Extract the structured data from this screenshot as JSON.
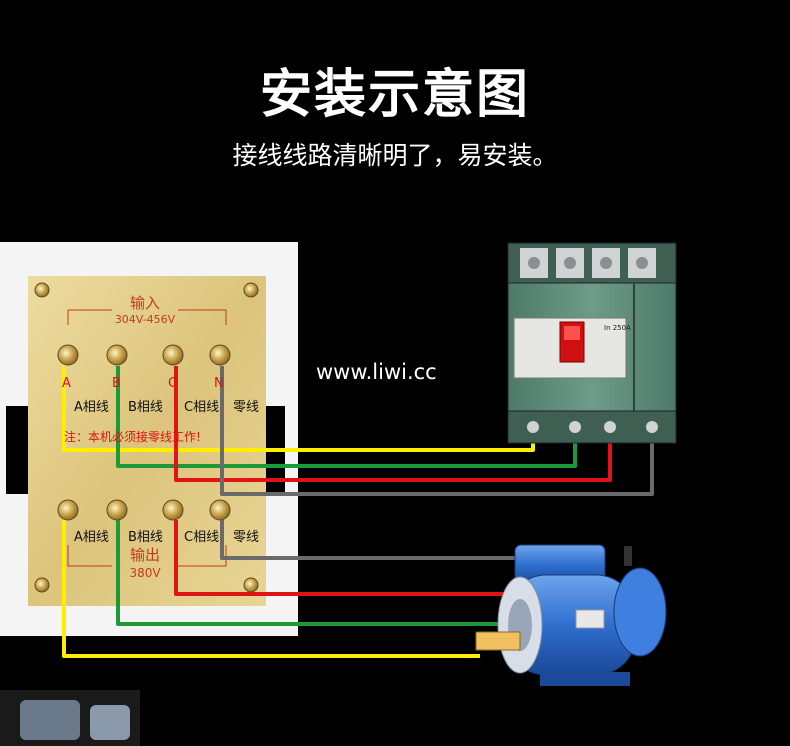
{
  "header": {
    "title": "安装示意图",
    "subtitle": "接线线路清晰明了，易安装。"
  },
  "watermark": "www.liwi.cc",
  "panel": {
    "input_title": "输入",
    "input_voltage": "304V-456V",
    "terminal_letters": [
      "A",
      "B",
      "C",
      "N"
    ],
    "labels": [
      "A相线",
      "B相线",
      "C相线",
      "零线"
    ],
    "note": "注：本机必须接零线工作!",
    "output_title": "输出",
    "output_voltage": "380V"
  },
  "breaker": {
    "rating": "In 250A"
  },
  "colors": {
    "wire_yellow": "#ffee00",
    "wire_green": "#1c9a3a",
    "wire_red": "#e01414",
    "wire_gray": "#6a6a6a",
    "panel_gold": "#e3cf8a",
    "breaker_green": "#5d8a78",
    "motor_blue": "#2f6fcf"
  }
}
